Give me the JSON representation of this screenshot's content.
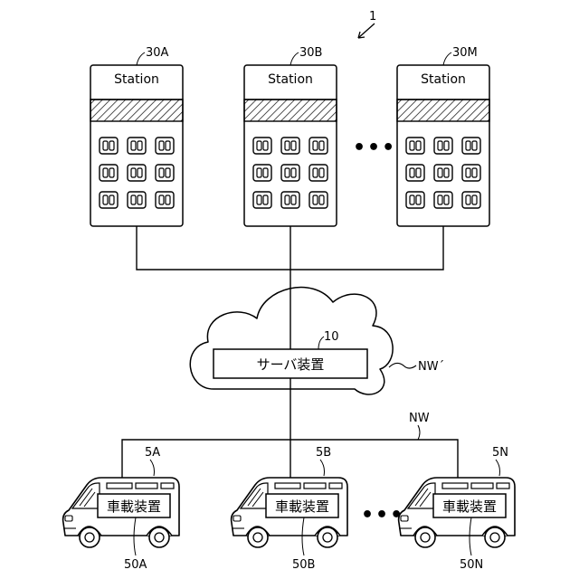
{
  "system_ref": "1",
  "stations": [
    {
      "ref": "30A",
      "label": "Station"
    },
    {
      "ref": "30B",
      "label": "Station"
    },
    {
      "ref": "30M",
      "label": "Station"
    }
  ],
  "station_ellipsis": "•••",
  "server": {
    "ref": "10",
    "label": "サーバ装置"
  },
  "networks": {
    "upper": "NW´",
    "lower": "NW"
  },
  "vehicles": [
    {
      "ref": "5A",
      "device_ref": "50A",
      "device_label": "車載装置"
    },
    {
      "ref": "5B",
      "device_ref": "50B",
      "device_label": "車載装置"
    },
    {
      "ref": "5N",
      "device_ref": "50N",
      "device_label": "車載装置"
    }
  ],
  "vehicle_ellipsis": "•••"
}
